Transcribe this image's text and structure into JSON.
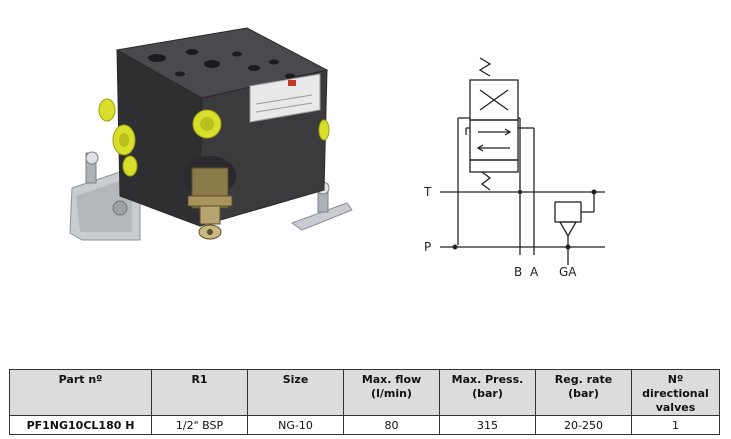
{
  "schematic": {
    "port_T": "T",
    "port_P": "P",
    "port_B": "B",
    "port_A": "A",
    "port_GA": "GA"
  },
  "table": {
    "headers": [
      "Part nº",
      "R1",
      "Size",
      "Max. flow\n(l/min)",
      "Max. Press.\n(bar)",
      "Reg. rate\n(bar)",
      "Nº directional\nvalves"
    ],
    "rows": [
      [
        "PF1NG10CL180 H",
        "1/2\" BSP",
        "NG-10",
        "80",
        "315",
        "20-250",
        "1"
      ]
    ]
  },
  "colors": {
    "body_dark": "#3b3b3e",
    "body_top": "#4a4a4e",
    "plug_yellow": "#d8de2a",
    "bracket_silver": "#c9ccd0",
    "header_bg": "#dcdcdc"
  }
}
